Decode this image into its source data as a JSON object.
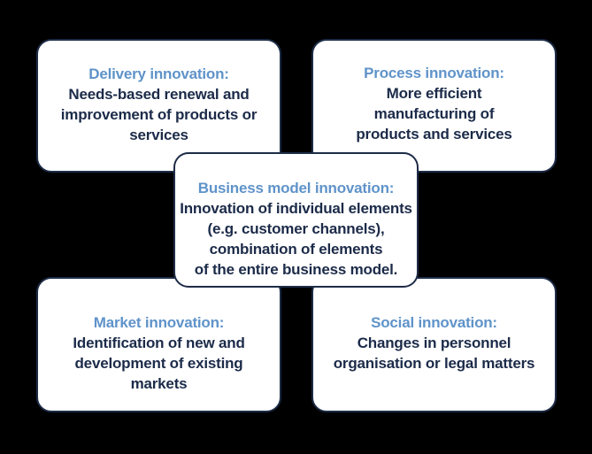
{
  "background_color": "#000000",
  "card_style": {
    "background": "#ffffff",
    "border_color": "#1d2c47",
    "heading_color": "#5f93c9",
    "body_color": "#1c2b49"
  },
  "cards": [
    {
      "id": "delivery-innovation",
      "heading": "Delivery innovation:",
      "body_lines": [
        "Needs-based renewal and",
        "improvement of products or",
        "services"
      ]
    },
    {
      "id": "process-innovation",
      "heading": "Process innovation:",
      "body_lines": [
        "More efficient",
        "manufacturing of",
        "products and services"
      ]
    },
    {
      "id": "business-model-innovation",
      "heading": "Business model innovation:",
      "body_lines": [
        "Innovation of individual elements",
        "(e.g. customer channels),",
        "combination of elements",
        "of the entire business model."
      ]
    },
    {
      "id": "market-innovation",
      "heading": "Market innovation:",
      "body_lines": [
        "Identification of new and",
        "development of existing",
        "markets"
      ]
    },
    {
      "id": "social-innovation",
      "heading": "Social innovation:",
      "body_lines": [
        "Changes in personnel",
        "organisation or legal matters"
      ]
    }
  ]
}
